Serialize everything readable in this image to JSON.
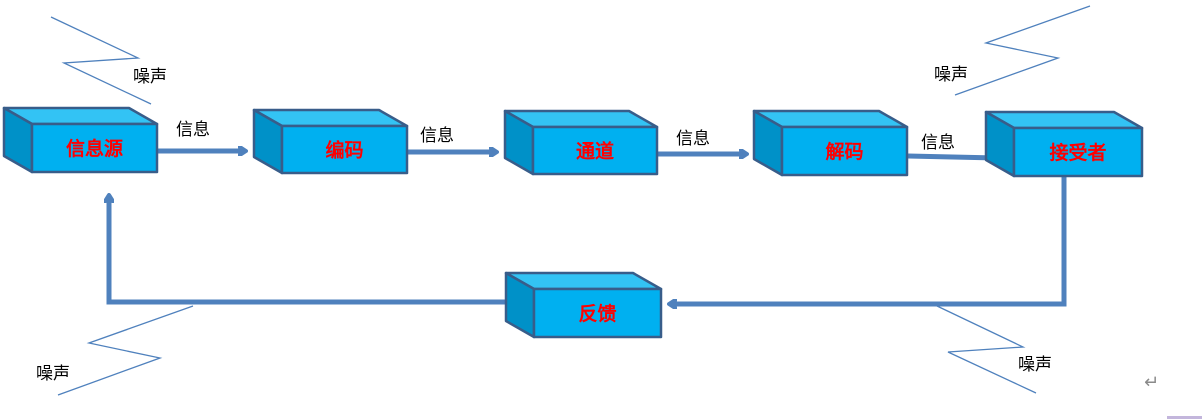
{
  "colors": {
    "box_front": "#00b0f0",
    "box_top": "#33c3f4",
    "box_side": "#0091c8",
    "box_border": "#385d8a",
    "box_text": "#ff0000",
    "arrow": "#4f81bd",
    "noise_line": "#4f81bd",
    "label_text": "#000000"
  },
  "boxes": [
    {
      "id": "source",
      "label": "信息源"
    },
    {
      "id": "encoder",
      "label": "编码"
    },
    {
      "id": "channel",
      "label": "通道"
    },
    {
      "id": "decoder",
      "label": "解码"
    },
    {
      "id": "receiver",
      "label": "接受者"
    },
    {
      "id": "feedback",
      "label": "反馈"
    }
  ],
  "edges": [
    {
      "from": "source",
      "to": "encoder",
      "label": "信息"
    },
    {
      "from": "encoder",
      "to": "channel",
      "label": "信息"
    },
    {
      "from": "channel",
      "to": "decoder",
      "label": "信息"
    },
    {
      "from": "decoder",
      "to": "receiver",
      "label": "信息"
    },
    {
      "from": "receiver",
      "to": "feedback",
      "label": ""
    },
    {
      "from": "feedback",
      "to": "source",
      "label": ""
    }
  ],
  "noise": [
    {
      "label": "噪声",
      "position": "top-left"
    },
    {
      "label": "噪声",
      "position": "top-right"
    },
    {
      "label": "噪声",
      "position": "bottom-left"
    },
    {
      "label": "噪声",
      "position": "bottom-right"
    }
  ],
  "paragraph_mark": "↵"
}
